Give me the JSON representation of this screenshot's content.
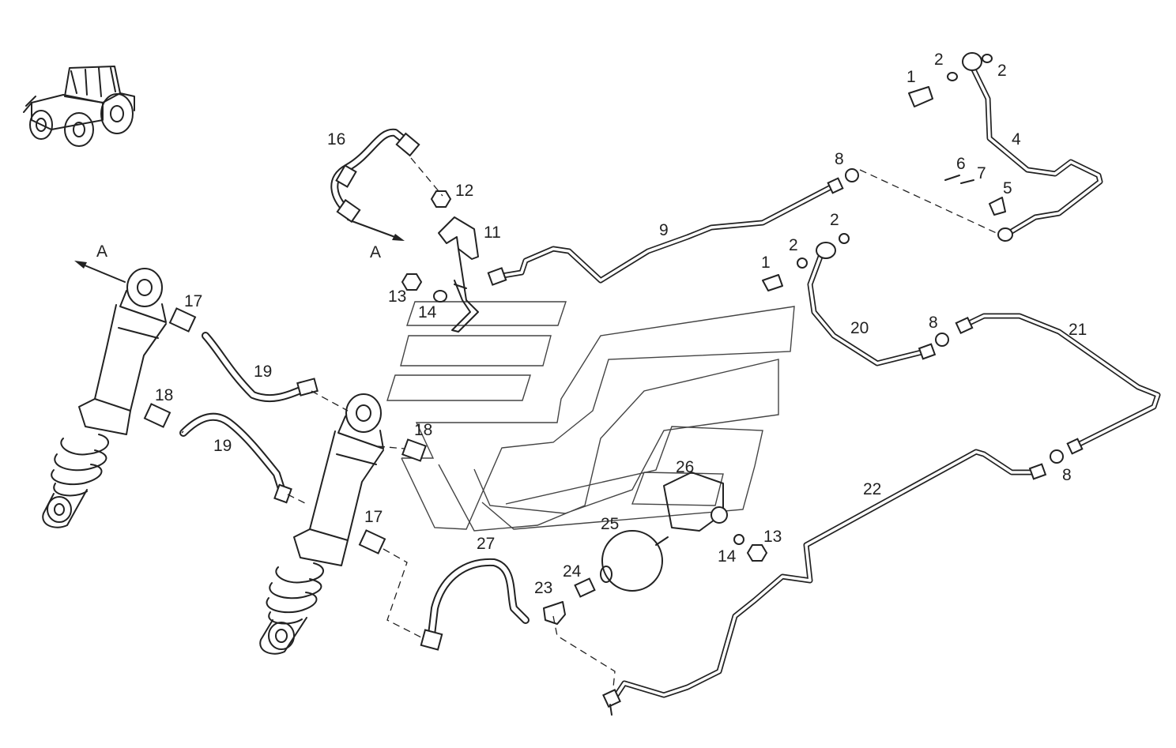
{
  "diagram": {
    "callouts": [
      {
        "id": "c1a",
        "text": "1"
      },
      {
        "id": "c2a",
        "text": "2"
      },
      {
        "id": "c2b",
        "text": "2"
      },
      {
        "id": "c4",
        "text": "4"
      },
      {
        "id": "c6",
        "text": "6"
      },
      {
        "id": "c7",
        "text": "7"
      },
      {
        "id": "c5",
        "text": "5"
      },
      {
        "id": "c8a",
        "text": "8"
      },
      {
        "id": "c16",
        "text": "16"
      },
      {
        "id": "c12",
        "text": "12"
      },
      {
        "id": "c11",
        "text": "11"
      },
      {
        "id": "c9",
        "text": "9"
      },
      {
        "id": "c13a",
        "text": "13"
      },
      {
        "id": "c14a",
        "text": "14"
      },
      {
        "id": "cAa",
        "text": "A"
      },
      {
        "id": "cAb",
        "text": "A"
      },
      {
        "id": "c17a",
        "text": "17"
      },
      {
        "id": "c19a",
        "text": "19"
      },
      {
        "id": "c18a",
        "text": "18"
      },
      {
        "id": "c19b",
        "text": "19"
      },
      {
        "id": "c18b",
        "text": "18"
      },
      {
        "id": "c17b",
        "text": "17"
      },
      {
        "id": "c1b",
        "text": "1"
      },
      {
        "id": "c2c",
        "text": "2"
      },
      {
        "id": "c2d",
        "text": "2"
      },
      {
        "id": "c20",
        "text": "20"
      },
      {
        "id": "c8b",
        "text": "8"
      },
      {
        "id": "c21",
        "text": "21"
      },
      {
        "id": "c8c",
        "text": "8"
      },
      {
        "id": "c22",
        "text": "22"
      },
      {
        "id": "c26",
        "text": "26"
      },
      {
        "id": "c25",
        "text": "25"
      },
      {
        "id": "c13b",
        "text": "13"
      },
      {
        "id": "c14b",
        "text": "14"
      },
      {
        "id": "c27",
        "text": "27"
      },
      {
        "id": "c24",
        "text": "24"
      },
      {
        "id": "c23",
        "text": "23"
      }
    ],
    "icons": {
      "tractor": "tractor-icon",
      "strut": "shock-absorber-icon",
      "accumulator": "accumulator-sphere-icon",
      "bracket": "mounting-bracket-icon",
      "watermark": "brand-chevron-watermark"
    }
  }
}
